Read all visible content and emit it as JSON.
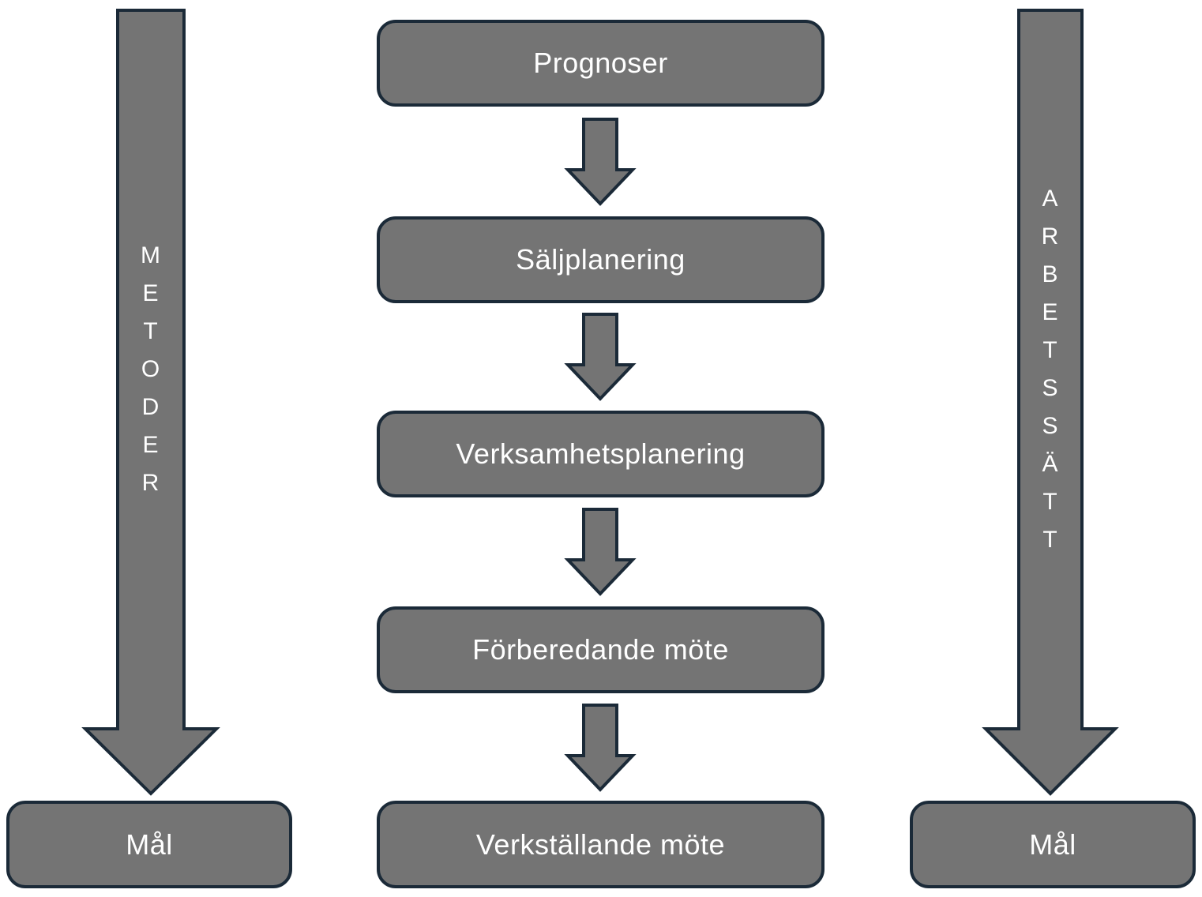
{
  "diagram": {
    "colors": {
      "shape_fill": "#747474",
      "shape_border": "#1b2a38",
      "label_text": "#ffffff",
      "background": "#ffffff"
    },
    "left_arrow": {
      "label": "METODER"
    },
    "right_arrow": {
      "label": "ARBETSSÄTT"
    },
    "flow_steps": [
      "Prognoser",
      "Säljplanering",
      "Verksamhetsplanering",
      "Förberedande möte",
      "Verkställande möte"
    ],
    "left_goal": {
      "label": "Mål"
    },
    "right_goal": {
      "label": "Mål"
    }
  }
}
